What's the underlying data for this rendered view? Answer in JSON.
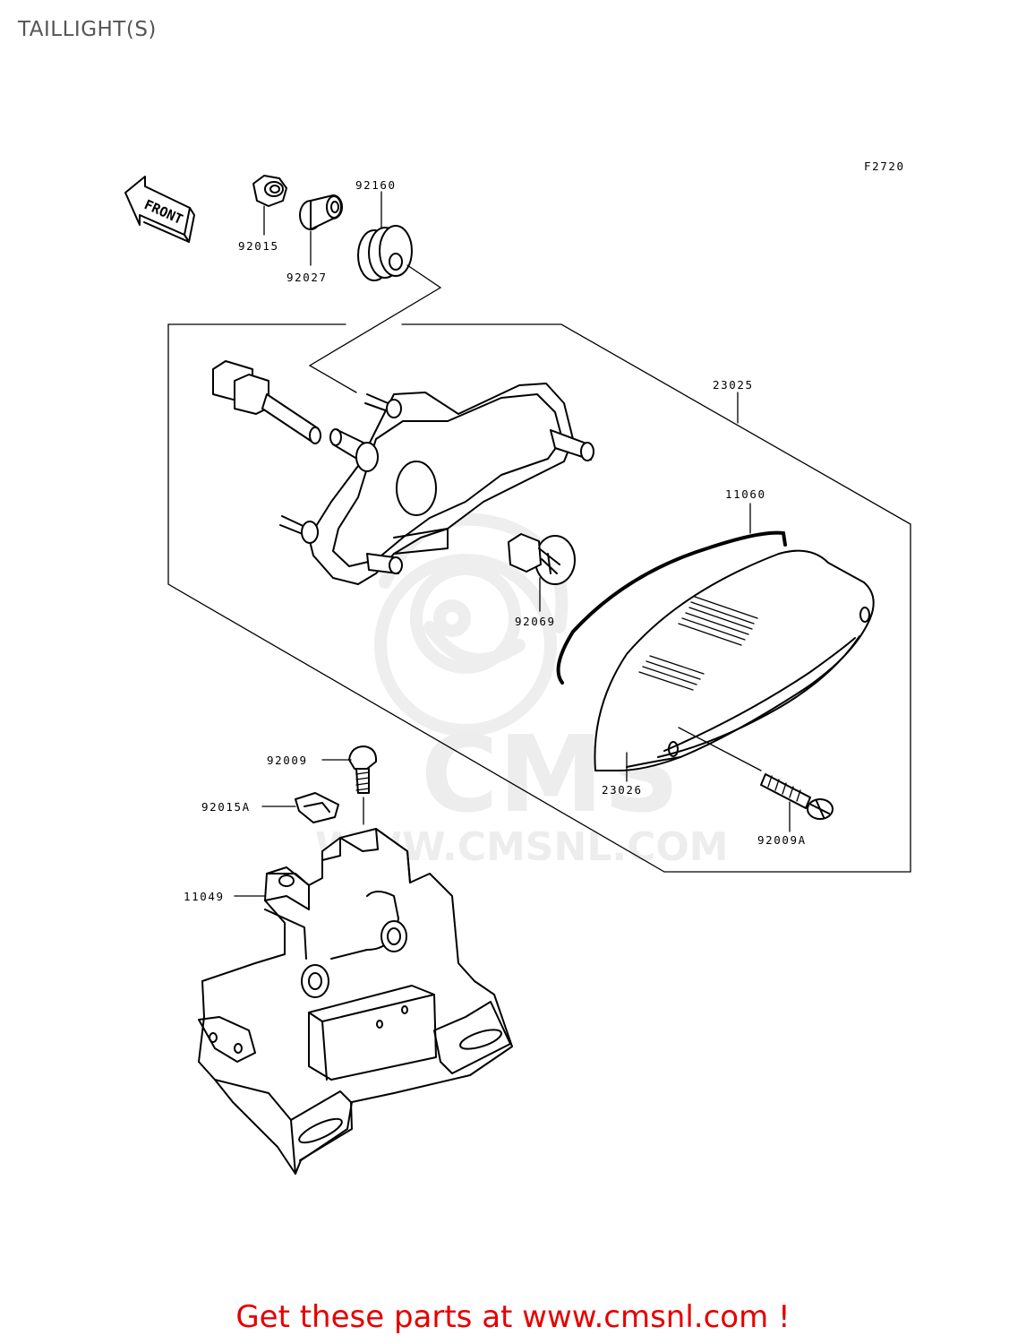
{
  "title": "TAILLIGHT(S)",
  "figure_code": "F2720",
  "front_label": "FRONT",
  "watermark_logo": "CMS",
  "watermark_url": "WWW.CMSNL.COM",
  "parts": {
    "p92015": "92015",
    "p92027": "92027",
    "p92160": "92160",
    "p23025": "23025",
    "p11060": "11060",
    "p92069": "92069",
    "p23026": "23026",
    "p92009": "92009",
    "p92015A": "92015A",
    "p92009A": "92009A",
    "p11049": "11049"
  },
  "footer": "Get these parts at www.cmsnl.com !",
  "colors": {
    "footer": "#e60000",
    "title": "#555555",
    "watermark": "#ededed"
  }
}
